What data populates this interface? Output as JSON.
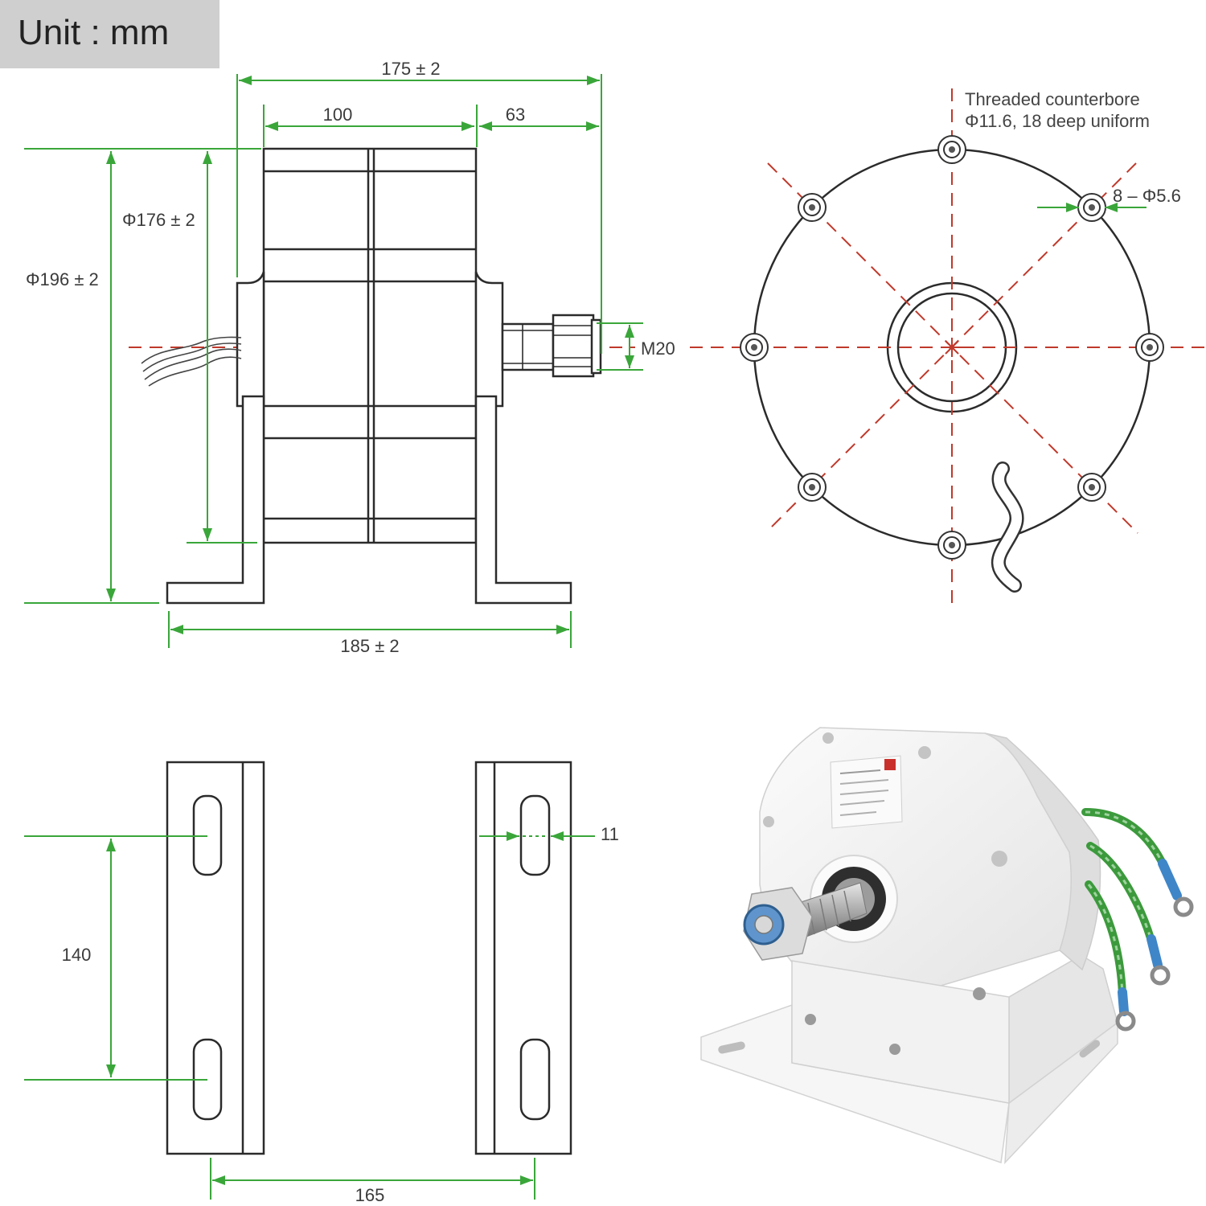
{
  "unit_label": "Unit : mm",
  "side_view": {
    "overall_length": "175 ± 2",
    "body_length": "100",
    "shaft_length": "63",
    "outer_diameter": "Φ196 ± 2",
    "inner_diameter": "Φ176 ± 2",
    "shaft_thread": "M20",
    "base_width": "185 ± 2"
  },
  "front_view": {
    "note_line1": "Threaded counterbore",
    "note_line2": "Φ11.6, 18 deep uniform",
    "holes": "8 – Φ5.6"
  },
  "bracket_view": {
    "slot_spacing": "140",
    "slot_width": "11",
    "bracket_spacing": "165"
  },
  "colors": {
    "dimension": "#3aa63a",
    "centerline": "#c0392b",
    "outline": "#2b2b2b",
    "cable_green": "#3c9a3c",
    "terminal_blue": "#3f86c8"
  }
}
